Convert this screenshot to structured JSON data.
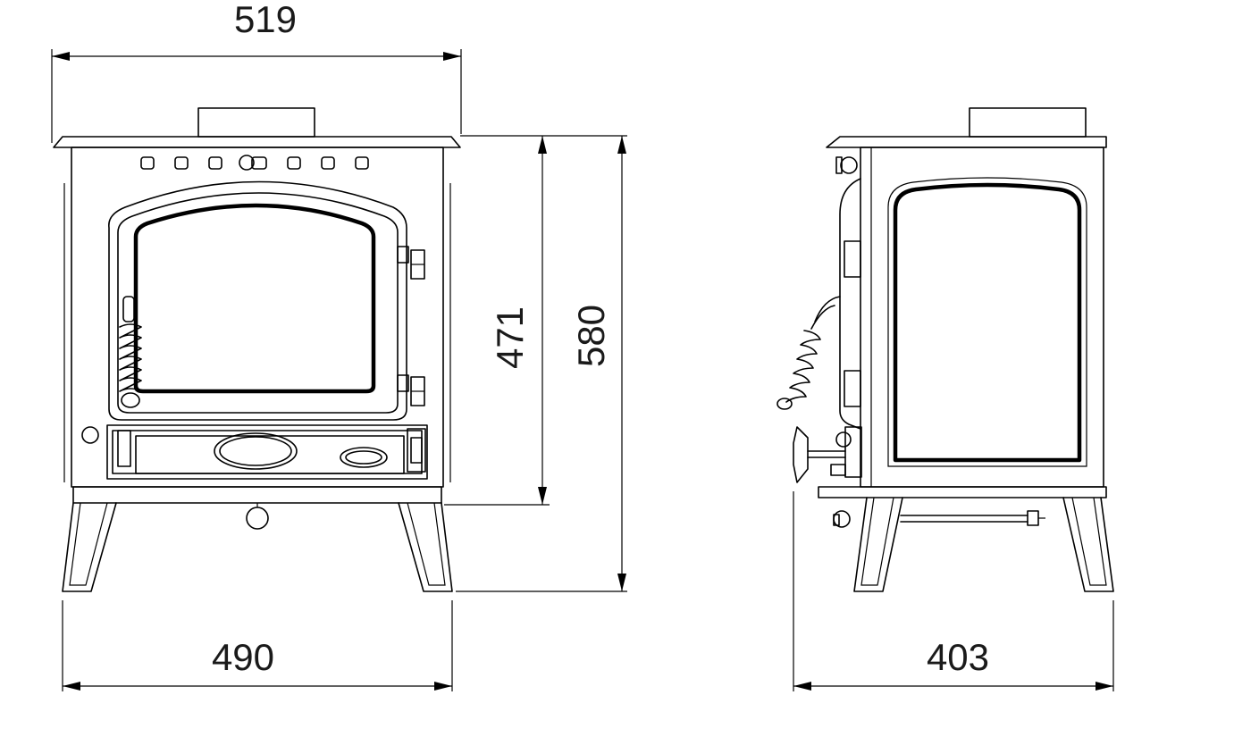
{
  "diagram": {
    "dimensions": {
      "width_front": "519",
      "height_body": "471",
      "height_total": "580",
      "width_legs": "490",
      "depth_side": "403"
    },
    "views": [
      "front-view",
      "side-view"
    ],
    "line_color": "#000000",
    "background": "#ffffff"
  }
}
